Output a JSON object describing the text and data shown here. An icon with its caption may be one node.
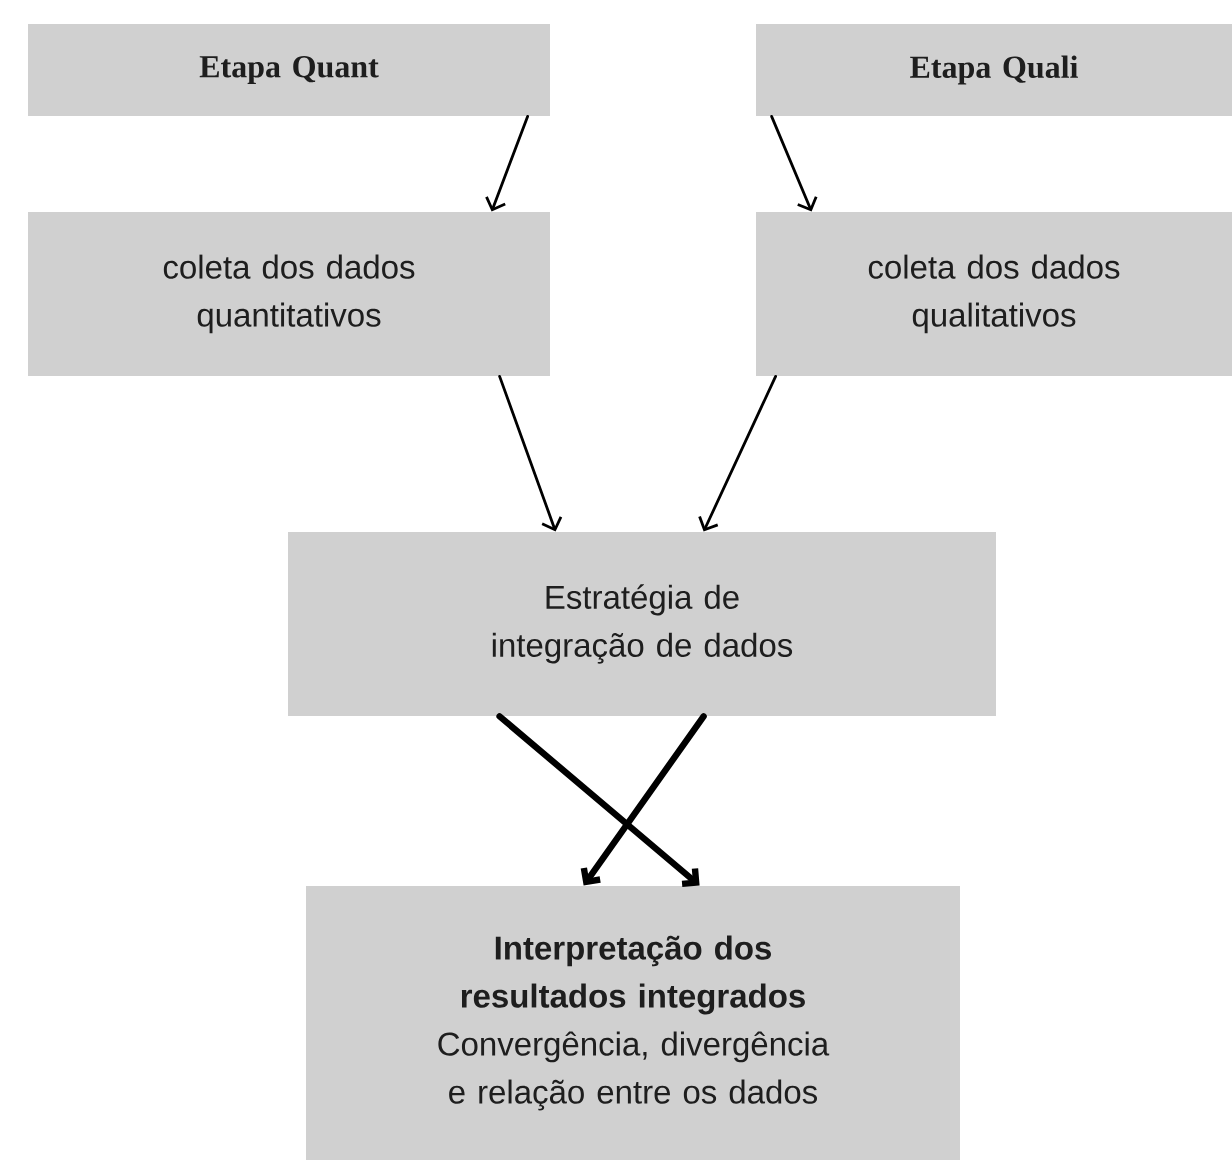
{
  "diagram": {
    "nodes": [
      {
        "text": [
          "Etapa Quant"
        ]
      },
      {
        "text": [
          "Etapa Quali"
        ]
      },
      {
        "text": [
          "coleta dos dados quantitativos"
        ]
      },
      {
        "text": [
          "coleta dos dados qualitativos"
        ]
      },
      {
        "text": [
          "Estratégia de integração de dados"
        ]
      },
      {
        "text": [
          "Interpretação dos resultados integrados",
          "Convergência, divergência e relação entre os dados"
        ]
      }
    ],
    "edges": [
      {
        "from": 0,
        "to": 2,
        "arrow": "to"
      },
      {
        "from": 1,
        "to": 3,
        "arrow": "to"
      },
      {
        "from": 2,
        "to": 4,
        "arrow": "to"
      },
      {
        "from": 3,
        "to": 4,
        "arrow": "to"
      },
      {
        "from": 4,
        "to": 5,
        "arrow": "to",
        "style": "thick"
      },
      {
        "from": 4,
        "to": 5,
        "arrow": "to",
        "style": "thick"
      }
    ]
  }
}
